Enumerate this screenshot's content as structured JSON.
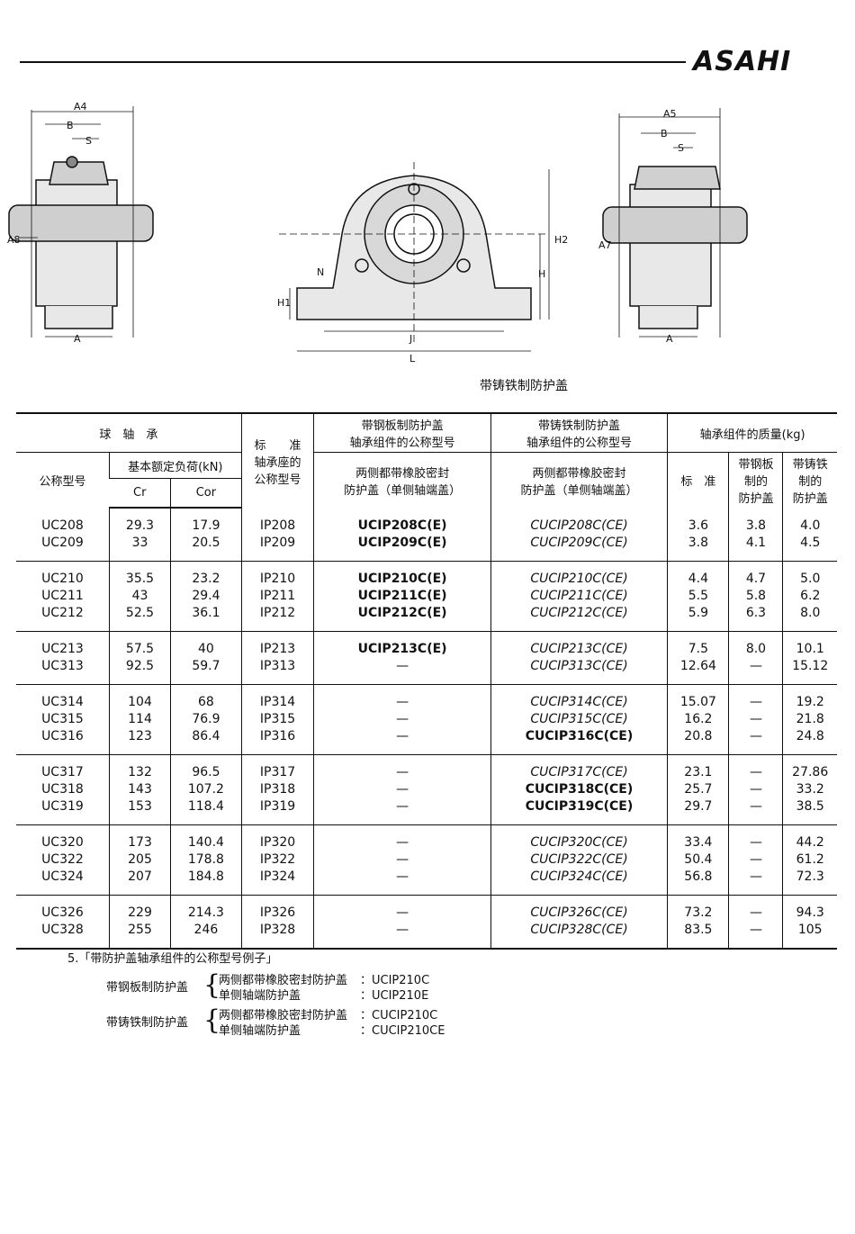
{
  "header": {
    "logo": "ASAHI"
  },
  "drawings": {
    "left_labels": [
      "A4",
      "B",
      "S",
      "A8",
      "A"
    ],
    "middle_labels": [
      "H2",
      "H",
      "N",
      "H1",
      "J",
      "L"
    ],
    "right_labels": [
      "A5",
      "B",
      "S",
      "A7",
      "A"
    ]
  },
  "caption": "带铸铁制防护盖",
  "table": {
    "headers": {
      "bearing": "球　轴　承",
      "model": "公称型号",
      "load": "基本额定负荷(kN)",
      "cr": "Cr",
      "cor": "Cor",
      "housing": [
        "标　　准",
        "轴承座的",
        "公称型号"
      ],
      "steel_cover": [
        "带钢板制防护盖",
        "轴承组件的公称型号"
      ],
      "steel_cover_sub": [
        "两侧都带橡胶密封",
        "防护盖（单侧轴端盖）"
      ],
      "cast_cover": [
        "带铸铁制防护盖",
        "轴承组件的公称型号"
      ],
      "cast_cover_sub": [
        "两侧都带橡胶密封",
        "防护盖（单侧轴端盖）"
      ],
      "mass": "轴承组件的质量(kg)",
      "mass_std": "标　准",
      "mass_steel": [
        "带钢板",
        "制的",
        "防护盖"
      ],
      "mass_cast": [
        "带铸铁",
        "制的",
        "防护盖"
      ]
    },
    "groups": [
      [
        {
          "model": "UC208",
          "cr": "29.3",
          "cor": "17.9",
          "housing": "IP208",
          "steel": "UCIP208C(E)",
          "cast": "CUCIP208C(CE)",
          "cast_bold": false,
          "m_std": "3.6",
          "m_steel": "3.8",
          "m_cast": "4.0"
        },
        {
          "model": "UC209",
          "cr": "33",
          "cor": "20.5",
          "housing": "IP209",
          "steel": "UCIP209C(E)",
          "cast": "CUCIP209C(CE)",
          "cast_bold": false,
          "m_std": "3.8",
          "m_steel": "4.1",
          "m_cast": "4.5"
        }
      ],
      [
        {
          "model": "UC210",
          "cr": "35.5",
          "cor": "23.2",
          "housing": "IP210",
          "steel": "UCIP210C(E)",
          "cast": "CUCIP210C(CE)",
          "cast_bold": false,
          "m_std": "4.4",
          "m_steel": "4.7",
          "m_cast": "5.0"
        },
        {
          "model": "UC211",
          "cr": "43",
          "cor": "29.4",
          "housing": "IP211",
          "steel": "UCIP211C(E)",
          "cast": "CUCIP211C(CE)",
          "cast_bold": false,
          "m_std": "5.5",
          "m_steel": "5.8",
          "m_cast": "6.2"
        },
        {
          "model": "UC212",
          "cr": "52.5",
          "cor": "36.1",
          "housing": "IP212",
          "steel": "UCIP212C(E)",
          "cast": "CUCIP212C(CE)",
          "cast_bold": false,
          "m_std": "5.9",
          "m_steel": "6.3",
          "m_cast": "8.0"
        }
      ],
      [
        {
          "model": "UC213",
          "cr": "57.5",
          "cor": "40",
          "housing": "IP213",
          "steel": "UCIP213C(E)",
          "cast": "CUCIP213C(CE)",
          "cast_bold": false,
          "m_std": "7.5",
          "m_steel": "8.0",
          "m_cast": "10.1"
        },
        {
          "model": "UC313",
          "cr": "92.5",
          "cor": "59.7",
          "housing": "IP313",
          "steel": "—",
          "cast": "CUCIP313C(CE)",
          "cast_bold": false,
          "m_std": "12.64",
          "m_steel": "—",
          "m_cast": "15.12"
        }
      ],
      [
        {
          "model": "UC314",
          "cr": "104",
          "cor": "68",
          "housing": "IP314",
          "steel": "—",
          "cast": "CUCIP314C(CE)",
          "cast_bold": false,
          "m_std": "15.07",
          "m_steel": "—",
          "m_cast": "19.2"
        },
        {
          "model": "UC315",
          "cr": "114",
          "cor": "76.9",
          "housing": "IP315",
          "steel": "—",
          "cast": "CUCIP315C(CE)",
          "cast_bold": false,
          "m_std": "16.2",
          "m_steel": "—",
          "m_cast": "21.8"
        },
        {
          "model": "UC316",
          "cr": "123",
          "cor": "86.4",
          "housing": "IP316",
          "steel": "—",
          "cast": "CUCIP316C(CE)",
          "cast_bold": true,
          "m_std": "20.8",
          "m_steel": "—",
          "m_cast": "24.8"
        }
      ],
      [
        {
          "model": "UC317",
          "cr": "132",
          "cor": "96.5",
          "housing": "IP317",
          "steel": "—",
          "cast": "CUCIP317C(CE)",
          "cast_bold": false,
          "m_std": "23.1",
          "m_steel": "—",
          "m_cast": "27.86"
        },
        {
          "model": "UC318",
          "cr": "143",
          "cor": "107.2",
          "housing": "IP318",
          "steel": "—",
          "cast": "CUCIP318C(CE)",
          "cast_bold": true,
          "m_std": "25.7",
          "m_steel": "—",
          "m_cast": "33.2"
        },
        {
          "model": "UC319",
          "cr": "153",
          "cor": "118.4",
          "housing": "IP319",
          "steel": "—",
          "cast": "CUCIP319C(CE)",
          "cast_bold": true,
          "m_std": "29.7",
          "m_steel": "—",
          "m_cast": "38.5"
        }
      ],
      [
        {
          "model": "UC320",
          "cr": "173",
          "cor": "140.4",
          "housing": "IP320",
          "steel": "—",
          "cast": "CUCIP320C(CE)",
          "cast_bold": false,
          "m_std": "33.4",
          "m_steel": "—",
          "m_cast": "44.2"
        },
        {
          "model": "UC322",
          "cr": "205",
          "cor": "178.8",
          "housing": "IP322",
          "steel": "—",
          "cast": "CUCIP322C(CE)",
          "cast_bold": false,
          "m_std": "50.4",
          "m_steel": "—",
          "m_cast": "61.2"
        },
        {
          "model": "UC324",
          "cr": "207",
          "cor": "184.8",
          "housing": "IP324",
          "steel": "—",
          "cast": "CUCIP324C(CE)",
          "cast_bold": false,
          "m_std": "56.8",
          "m_steel": "—",
          "m_cast": "72.3"
        }
      ],
      [
        {
          "model": "UC326",
          "cr": "229",
          "cor": "214.3",
          "housing": "IP326",
          "steel": "—",
          "cast": "CUCIP326C(CE)",
          "cast_bold": false,
          "m_std": "73.2",
          "m_steel": "—",
          "m_cast": "94.3"
        },
        {
          "model": "UC328",
          "cr": "255",
          "cor": "246",
          "housing": "IP328",
          "steel": "—",
          "cast": "CUCIP328C(CE)",
          "cast_bold": false,
          "m_std": "83.5",
          "m_steel": "—",
          "m_cast": "105"
        }
      ]
    ]
  },
  "example": {
    "title": "5.「带防护盖轴承组件的公称型号例子」",
    "steel_label": "带钢板制防护盖",
    "steel_lines": [
      {
        "desc": "两侧都带橡胶密封防护盖",
        "code": "：UCIP210C"
      },
      {
        "desc": "单侧轴端防护盖",
        "code": "：UCIP210E"
      }
    ],
    "cast_label": "带铸铁制防护盖",
    "cast_lines": [
      {
        "desc": "两侧都带橡胶密封防护盖",
        "code": "：CUCIP210C"
      },
      {
        "desc": "单侧轴端防护盖",
        "code": "：CUCIP210CE"
      }
    ]
  }
}
